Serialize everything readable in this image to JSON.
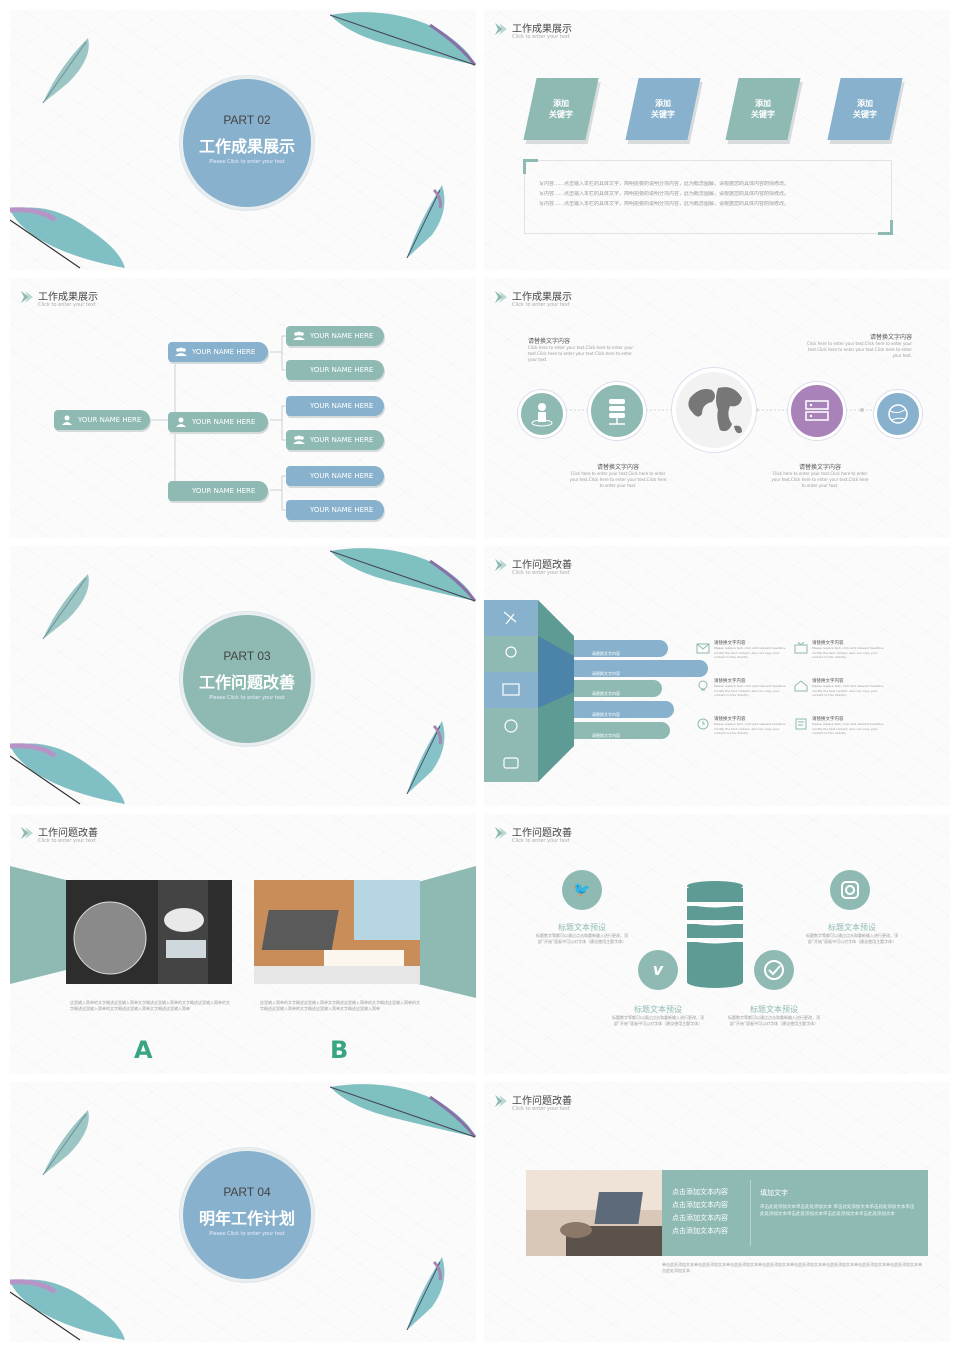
{
  "slide1": {
    "part": "PART 02",
    "title": "工作成果展示",
    "subtitle": "Please Click to enter your text"
  },
  "slide2": {
    "title": "工作成果展示",
    "subtitle": "Click to enter your text",
    "keywords": [
      "添加\n关键字",
      "添加\n关键字",
      "添加\n关键字",
      "添加\n关键字"
    ],
    "body": [
      "写内容……点击输入本栏的具体文字，简明扼要的说明分项内容，此为概念图解，请根据您的具体内容酌情修改。",
      "写内容……点击输入本栏的具体文字，简明扼要的说明分项内容，此为概念图解，请根据您的具体内容酌情修改。",
      "写内容……点击输入本栏的具体文字，简明扼要的说明分项内容，此为概念图解，请根据您的具体内容酌情修改。"
    ]
  },
  "slide3": {
    "title": "工作成果展示",
    "subtitle": "Click to enter your text",
    "root": "YOUR NAME HERE",
    "mid": [
      "YOUR NAME HERE",
      "YOUR NAME HERE",
      "YOUR NAME HERE"
    ],
    "leaves": [
      "YOUR NAME HERE",
      "YOUR NAME HERE",
      "YOUR NAME HERE",
      "YOUR NAME HERE",
      "YOUR NAME HERE",
      "YOUR NAME HERE"
    ]
  },
  "slide4": {
    "title": "工作成果展示",
    "subtitle": "Click to enter your text",
    "t1": "请替换文字内容",
    "d1": "Click here to enter your text.Click here to enter your text.Click here to enter your text.Click here to enter your text.",
    "t2": "请替换文字内容",
    "d2": "Click here to enter your text.Click here to enter your text.Click here to enter your text.Click here to enter your text.",
    "t3": "请替换文字内容",
    "d3": "Click here to enter your text.Click here to enter your text.Click here to enter your text.Click here to enter your text.",
    "t4": "请替换文字内容",
    "d4": "Click here to enter your text.Click here to enter your text.Click here to enter your text.Click here to enter your text."
  },
  "slide5": {
    "part": "PART 03",
    "title": "工作问题改善",
    "subtitle": "Please Click to enter your text"
  },
  "slide6": {
    "title": "工作问题改善",
    "subtitle": "Click to enter your text",
    "bars": [
      "请替换文字内容",
      "请替换文字内容",
      "请替换文字内容",
      "请替换文字内容",
      "请替换文字内容"
    ],
    "items": [
      {
        "t": "请替换文字内容",
        "d": "Please replace text, click add relevant headline, modify the text content, also can copy your content to this directly."
      },
      {
        "t": "请替换文字内容",
        "d": "Please replace text, click add relevant headline, modify the text content, also can copy your content to this directly."
      },
      {
        "t": "请替换文字内容",
        "d": "Please replace text, click add relevant headline, modify the text content, also can copy your content to this directly."
      },
      {
        "t": "请替换文字内容",
        "d": "Please replace text, click add relevant headline, modify the text content, also can copy your content to this directly."
      },
      {
        "t": "请替换文字内容",
        "d": "Please replace text, click add relevant headline, modify the text content, also can copy your content to this directly."
      },
      {
        "t": "请替换文字内容",
        "d": "Please replace text, click add relevant headline, modify the text content, also can copy your content to this directly."
      }
    ]
  },
  "slide7": {
    "title": "工作问题改善",
    "subtitle": "Click to enter your text",
    "textA": "这里输入简单的文字概述这里输入简单文字概述这里输入简单的文字概述这里输入简单的文字概述这里输入简单的文字概述这里输入简单文字概述这里输入简单",
    "textB": "这里输入简单的文字概述这里输入简单文字概述这里输入简单的文字概述这里输入简单的文字概述这里输入简单的文字概述这里输入简单文字概述这里输入简单",
    "labelA": "A",
    "labelB": "B"
  },
  "slide8": {
    "title": "工作问题改善",
    "subtitle": "Click to enter your text",
    "h1": "标题文本预设",
    "b1": "标题数字等都可以通过点击和重新输入进行更改，顶部“开始”面板中可以对字体（建议使用主题字体）",
    "h2": "标题文本预设",
    "b2": "标题数字等都可以通过点击和重新输入进行更改，顶部“开始”面板中可以对字体（建议使用主题字体）",
    "h3": "标题文本预设",
    "b3": "标题数字等都可以通过点击和重新输入进行更改，顶部“开始”面板中可以对字体（建议使用主题字体）",
    "h4": "标题文本预设",
    "b4": "标题数字等都可以通过点击和重新输入进行更改，顶部“开始”面板中可以对字体（建议使用主题字体）"
  },
  "slide9": {
    "part": "PART 04",
    "title": "明年工作计划",
    "subtitle": "Please Click to enter your text"
  },
  "slide10": {
    "title": "工作问题改善",
    "subtitle": "Click to enter your text",
    "list": [
      "点击添加文本内容",
      "点击添加文本内容",
      "点击添加文本内容",
      "点击添加文本内容"
    ],
    "rtitle": "填加文字",
    "rbody": "单击此处添加文本单击此处添加文本 单击此处添加文本单击此处添加文本单击此处添加文本单击此处添加文本单击此处添加文本单击此处添加文本",
    "foot": "单击此处添加文本单击此处添加文本单击此处添加文本单击此处添加文本单击此处添加文本单击此处添加文本单击此处添加文本单击此处添加文本单击此处添加文本"
  },
  "colors": {
    "teal": "#8fbab4",
    "blue": "#87b1cc",
    "green": "#3aa584",
    "purple": "#a882b8"
  }
}
